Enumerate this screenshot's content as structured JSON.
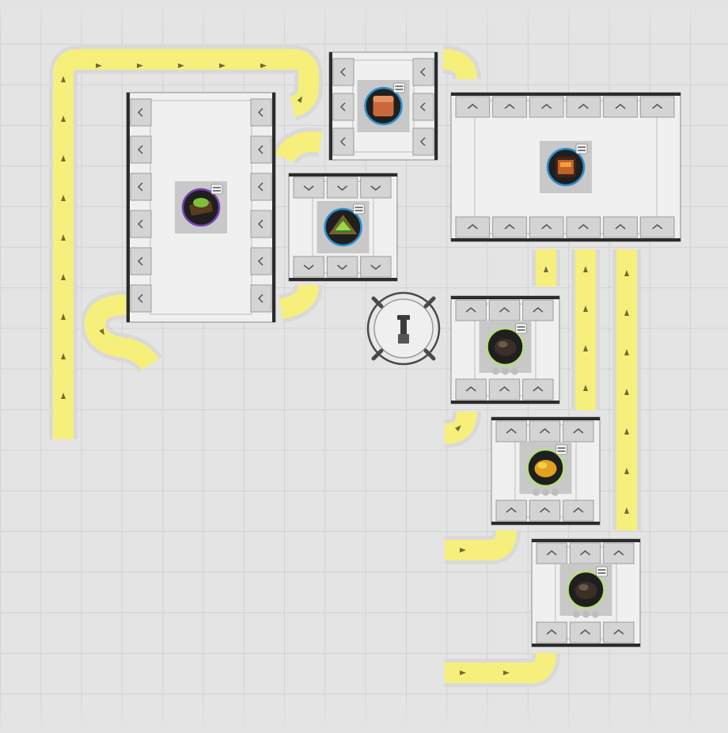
{
  "scene": {
    "belt_color": "#f6ef7c",
    "belt_border": "#d9d9d9",
    "frame_color": "#2b2b2b",
    "port_color": "#d4d4d4"
  },
  "buildings": [
    {
      "id": "assembler-left",
      "kind": "assembler",
      "item": "green-circuit-icon",
      "ring": "#7b3fb5"
    },
    {
      "id": "constructor-top-middle",
      "kind": "constructor",
      "item": "copper-block-icon",
      "ring": "#2a8fd0"
    },
    {
      "id": "constructor-middle",
      "kind": "constructor",
      "item": "frame-plate-icon",
      "ring": "#2a8fd0"
    },
    {
      "id": "assembler-right",
      "kind": "assembler",
      "item": "iron-block-icon",
      "ring": "#2a8fd0"
    },
    {
      "id": "extractor-1",
      "kind": "extractor",
      "item": "dark-ore-icon",
      "ring": "#b4e07a"
    },
    {
      "id": "extractor-2",
      "kind": "extractor",
      "item": "gold-ore-icon",
      "ring": "#b4e07a"
    },
    {
      "id": "extractor-3",
      "kind": "extractor",
      "item": "dark-ore-icon",
      "ring": "#b4e07a"
    }
  ],
  "hub": {
    "name": "core-hub",
    "icon": "tower-icon"
  },
  "swap_icon": "swap-arrows-icon",
  "belt_arrow_icon": "arrow-icon"
}
